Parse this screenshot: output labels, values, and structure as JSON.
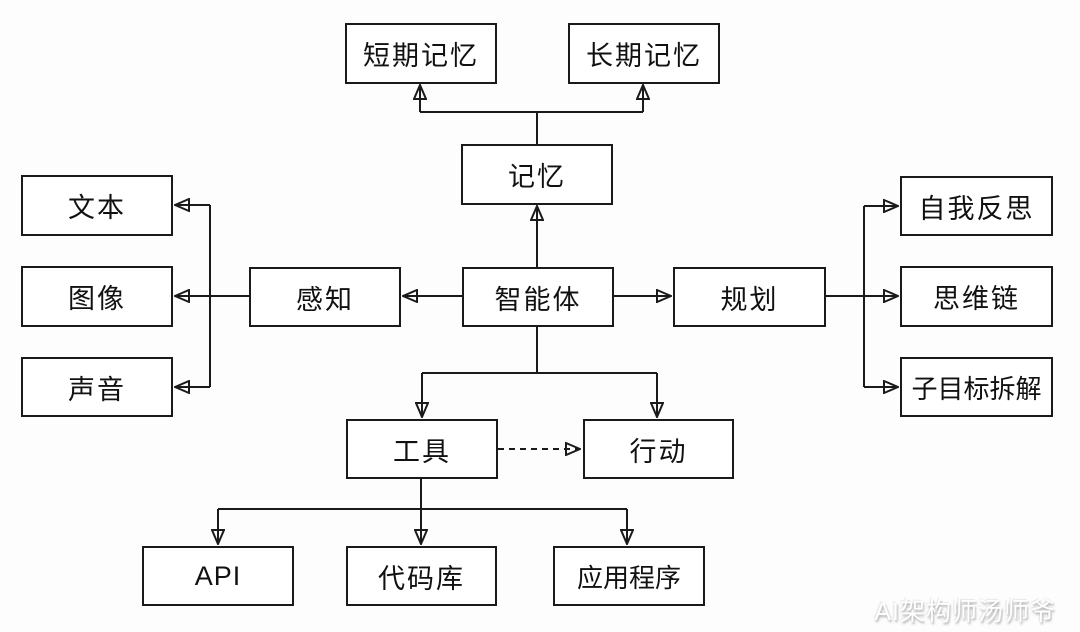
{
  "diagram": {
    "nodes": {
      "short_term_memory": "短期记忆",
      "long_term_memory": "长期记忆",
      "memory": "记忆",
      "agent": "智能体",
      "perception": "感知",
      "planning": "规划",
      "text": "文本",
      "image": "图像",
      "sound": "声音",
      "self_reflection": "自我反思",
      "chain_of_thought": "思维链",
      "subgoal_decomposition": "子目标拆解",
      "tools": "工具",
      "action": "行动",
      "api": "API",
      "code_library": "代码库",
      "applications": "应用程序"
    },
    "edges": [
      {
        "from": "memory",
        "to": "short_term_memory",
        "style": "solid",
        "arrow": "to"
      },
      {
        "from": "memory",
        "to": "long_term_memory",
        "style": "solid",
        "arrow": "to"
      },
      {
        "from": "agent",
        "to": "memory",
        "style": "solid",
        "arrow": "to"
      },
      {
        "from": "agent",
        "to": "perception",
        "style": "solid",
        "arrow": "to"
      },
      {
        "from": "perception",
        "to": "text",
        "style": "solid",
        "arrow": "to"
      },
      {
        "from": "perception",
        "to": "image",
        "style": "solid",
        "arrow": "to"
      },
      {
        "from": "perception",
        "to": "sound",
        "style": "solid",
        "arrow": "to"
      },
      {
        "from": "agent",
        "to": "planning",
        "style": "solid",
        "arrow": "to"
      },
      {
        "from": "planning",
        "to": "self_reflection",
        "style": "solid",
        "arrow": "to"
      },
      {
        "from": "planning",
        "to": "chain_of_thought",
        "style": "solid",
        "arrow": "to"
      },
      {
        "from": "planning",
        "to": "subgoal_decomposition",
        "style": "solid",
        "arrow": "to"
      },
      {
        "from": "agent",
        "to": "tools",
        "style": "solid",
        "arrow": "to"
      },
      {
        "from": "agent",
        "to": "action",
        "style": "solid",
        "arrow": "to"
      },
      {
        "from": "tools",
        "to": "action",
        "style": "dashed",
        "arrow": "to"
      },
      {
        "from": "tools",
        "to": "api",
        "style": "solid",
        "arrow": "to"
      },
      {
        "from": "tools",
        "to": "code_library",
        "style": "solid",
        "arrow": "to"
      },
      {
        "from": "tools",
        "to": "applications",
        "style": "solid",
        "arrow": "to"
      }
    ],
    "colors": {
      "stroke": "#1a1a1a",
      "box_fill": "#ffffff",
      "background": "#fdfdfd"
    }
  },
  "watermark": {
    "text": "AI架构师汤师爷"
  }
}
